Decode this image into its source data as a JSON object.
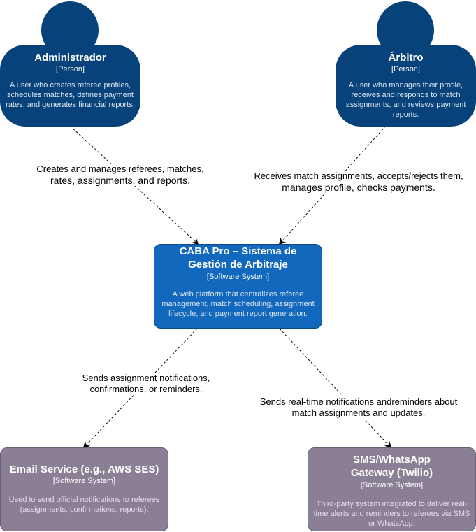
{
  "persons": [
    {
      "id": "admin",
      "name": "Administrador",
      "kind": "[Person]",
      "description": "A user who creates referee profiles, schedules matches, defines payment rates, and generates financial reports."
    },
    {
      "id": "arbitro",
      "name": "Árbitro",
      "kind": "[Person]",
      "description": "A user who manages their profile, receives and responds to match assignments, and reviews payment reports."
    }
  ],
  "systems": [
    {
      "id": "caba",
      "name": "CABA Pro – Sistema de Gestión de Arbitraje",
      "kind": "[Software System]",
      "description": "A web platform that centralizes referee management, match scheduling, assignment lifecycle, and payment report generation."
    },
    {
      "id": "email",
      "name": "Email Service (e.g., AWS SES)",
      "kind": "[Software System]",
      "description": "Used to send official notifications to referees (assignments, confirmations, reports)."
    },
    {
      "id": "sms",
      "name": "SMS/WhatsApp Gateway (Twilio)",
      "kind": "[Software System]",
      "description": "Third-party system integrated to deliver real-time alerts and reminders to referees via SMS or WhatsApp."
    }
  ],
  "relationships": [
    {
      "from": "admin",
      "to": "caba",
      "line1": "Creates and manages referees, matches,",
      "line2": "rates, assignments, and reports."
    },
    {
      "from": "arbitro",
      "to": "caba",
      "line1": "Receives match assignments, accepts/rejects them,",
      "line2": "manages profile, checks payments."
    },
    {
      "from": "caba",
      "to": "email",
      "line1": "Sends assignment notifications,",
      "line2": "confirmations, or reminders."
    },
    {
      "from": "caba",
      "to": "sms",
      "line1": "Sends real-time notifications andreminders about",
      "line2": "match assignments and updates."
    }
  ]
}
